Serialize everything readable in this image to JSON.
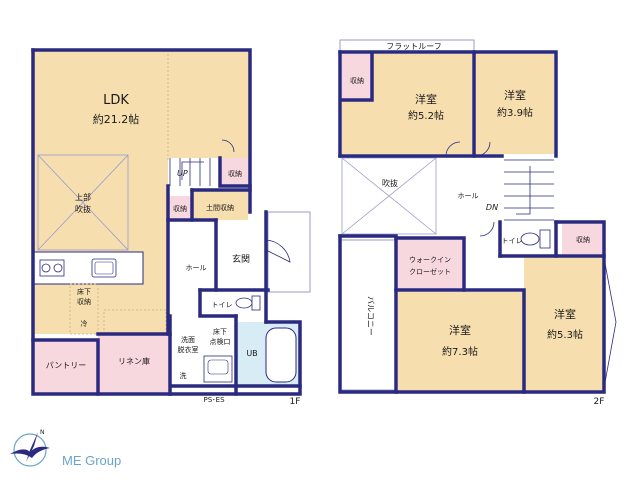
{
  "colors": {
    "wall": "#2a2a80",
    "floor_main": "#f6deae",
    "floor_pink": "#f8d8df",
    "floor_blue": "#d8ecf6",
    "floor_white": "#ffffff",
    "thin_line": "#9a9acf",
    "text": "#1a1a1a",
    "logo": "#6aa4cc"
  },
  "floor1": {
    "ldk": {
      "name": "LDK",
      "area": "約21.2帖"
    },
    "up": "UP",
    "storage_stair": "収納",
    "storage_small": "収納",
    "entry_storage": "土間収納",
    "void": {
      "line1": "上部",
      "line2": "吹抜"
    },
    "hall": "ホール",
    "entrance": "玄関",
    "underfloor": {
      "line1": "床下",
      "line2": "収納"
    },
    "fridge": "冷",
    "toilet": "トイレ",
    "wash": {
      "line1": "洗面",
      "line2": "脱衣室"
    },
    "inspection": {
      "line1": "床下",
      "line2": "点検口"
    },
    "ub": "UB",
    "pantry": "パントリー",
    "linen": "リネン庫",
    "washer": "洗",
    "ps": "PS･ES",
    "floor_label": "1F"
  },
  "floor2": {
    "flat_roof": "フラットルーフ",
    "storage_tl": "収納",
    "room1": {
      "name": "洋室",
      "area": "約5.2帖"
    },
    "room2": {
      "name": "洋室",
      "area": "約3.9帖"
    },
    "void": "吹抜",
    "hall": "ホール",
    "dn": "DN",
    "walkin": {
      "line1": "ウォークイン",
      "line2": "クローゼット"
    },
    "toilet": "トイレ",
    "storage_r": "収納",
    "balcony": "バルコニー",
    "room3": {
      "name": "洋室",
      "area": "約7.3帖"
    },
    "room4": {
      "name": "洋室",
      "area": "約5.3帖"
    },
    "floor_label": "2F"
  },
  "logo": {
    "text": "ME Group",
    "compass": "N"
  }
}
